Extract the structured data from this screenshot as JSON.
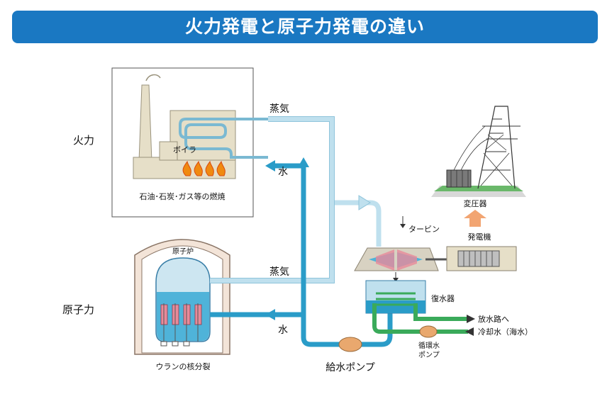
{
  "title": "火力発電と原子力発電の違い",
  "labels": {
    "thermal": "火力",
    "nuclear": "原子力",
    "steam_top": "蒸気",
    "water_top": "水",
    "steam_bottom": "蒸気",
    "water_bottom": "水",
    "boiler": "ボイラ",
    "fuel_burning": "石油･石炭･ガス等の燃焼",
    "reactor": "原子炉",
    "fission": "ウランの核分裂",
    "turbine": "タービン",
    "generator": "発電機",
    "transformer": "変圧器",
    "condenser": "復水器",
    "discharge": "放水路へ",
    "cooling_water": "冷却水（海水）",
    "circ_pump_line1": "循環水",
    "circ_pump_line2": "ポンプ",
    "feed_pump": "給水ポンプ"
  },
  "colors": {
    "title_bar": "#1a78c2",
    "water_pipe": "#2a9cc8",
    "steam_pipe": "#bfe0ee",
    "cooling_pipe": "#3aaa5a",
    "flame": "#f08a10",
    "arrow_up": "#f2a572"
  }
}
